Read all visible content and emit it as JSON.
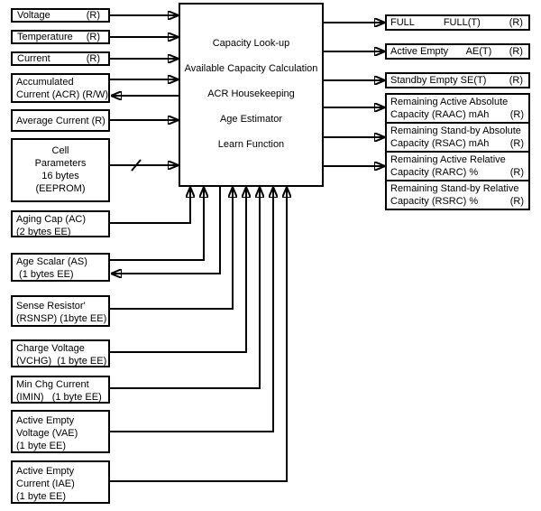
{
  "colors": {
    "line": "#000000",
    "box_border": "#000000",
    "background": "#ffffff",
    "text": "#000000"
  },
  "center_block": {
    "functions": [
      "Capacity Look-up",
      "Available Capacity Calculation",
      "ACR Housekeeping",
      "Age Estimator",
      "Learn Function"
    ]
  },
  "inputs": {
    "voltage": {
      "label": "Voltage",
      "access": "(R)"
    },
    "temperature": {
      "label": "Temperature",
      "access": "(R)"
    },
    "current": {
      "label": "Current",
      "access": "(R)"
    },
    "accumulated_current": {
      "line1": "Accumulated",
      "line2": "Current (ACR) (R/W)"
    },
    "average_current": {
      "label": "Average Current (R)"
    },
    "cell_parameters": {
      "line1": "Cell",
      "line2": "Parameters",
      "line3": "16 bytes",
      "line4": "(EEPROM)"
    },
    "aging_cap": {
      "line1": "Aging Cap (AC)",
      "line2": "(2 bytes EE)"
    },
    "age_scalar": {
      "line1": "Age Scalar (AS)",
      "line2": " (1 bytes EE)"
    },
    "sense_resistor": {
      "line1": "Sense Resistor'",
      "line2": "(RSNSP) (1byte EE)"
    },
    "charge_voltage": {
      "line1": "Charge Voltage",
      "line2": "(VCHG)  (1 byte EE)"
    },
    "min_chg_current": {
      "line1": "Min Chg Current",
      "line2": "(IMIN)   (1 byte EE)"
    },
    "active_empty_voltage": {
      "line1": "Active Empty",
      "line2": "Voltage (VAE)",
      "line3": "(1 byte EE)"
    },
    "active_empty_current": {
      "line1": "Active Empty",
      "line2": "Current (IAE)",
      "line3": "(1 byte EE)"
    }
  },
  "outputs": {
    "full": {
      "label": "FULL",
      "threshold": "FULL(T)",
      "access": "(R)"
    },
    "active_empty": {
      "label": "Active Empty",
      "threshold": "AE(T)",
      "access": "(R)"
    },
    "standby_empty": {
      "label": "Standby Empty SE(T)",
      "access": "(R)"
    },
    "raac": {
      "line1": "Remaining Active Absolute",
      "line2": "Capacity (RAAC) mAh",
      "access": "(R)"
    },
    "rsac": {
      "line1": "Remaining Stand-by Absolute",
      "line2": "Capacity (RSAC) mAh",
      "access": "(R)"
    },
    "rarc": {
      "line1": "Remaining Active Relative",
      "line2": "Capacity (RARC) %",
      "access": "(R)"
    },
    "rsrc": {
      "line1": "Remaining Stand-by Relative",
      "line2": "Capacity (RSRC) %",
      "access": "(R)"
    }
  }
}
